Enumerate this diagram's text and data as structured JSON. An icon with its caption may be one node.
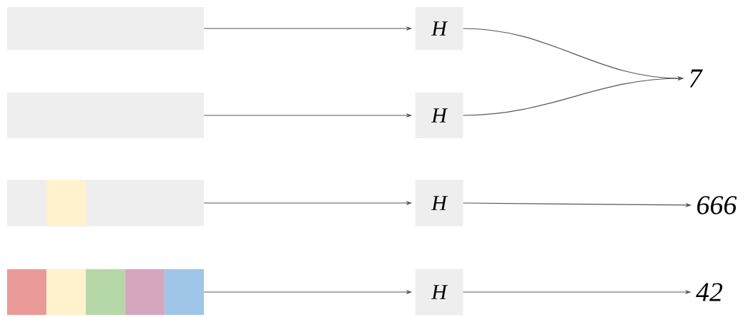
{
  "diagram": {
    "nodes": [
      {
        "text": [],
        "shape": "bar"
      },
      {
        "text": [
          "H"
        ]
      },
      {
        "text": [
          "7"
        ]
      },
      {
        "text": [],
        "shape": "bar"
      },
      {
        "text": [
          "H"
        ]
      },
      {
        "text": [],
        "shape": "bar"
      },
      {
        "text": [
          "H"
        ]
      },
      {
        "text": [
          "666"
        ]
      },
      {
        "text": [],
        "shape": "bar"
      },
      {
        "text": [
          "H"
        ]
      },
      {
        "text": [
          "42"
        ]
      }
    ],
    "edges": [
      {
        "from": 0,
        "to": 1,
        "arrow": "to"
      },
      {
        "from": 3,
        "to": 4,
        "arrow": "to"
      },
      {
        "from": 5,
        "to": 6,
        "arrow": "to"
      },
      {
        "from": 8,
        "to": 9,
        "arrow": "to"
      },
      {
        "from": 1,
        "to": 2,
        "arrow": "to"
      },
      {
        "from": 4,
        "to": 2,
        "arrow": "to"
      },
      {
        "from": 6,
        "to": 7,
        "arrow": "to"
      },
      {
        "from": 9,
        "to": 10,
        "arrow": "to"
      }
    ]
  }
}
